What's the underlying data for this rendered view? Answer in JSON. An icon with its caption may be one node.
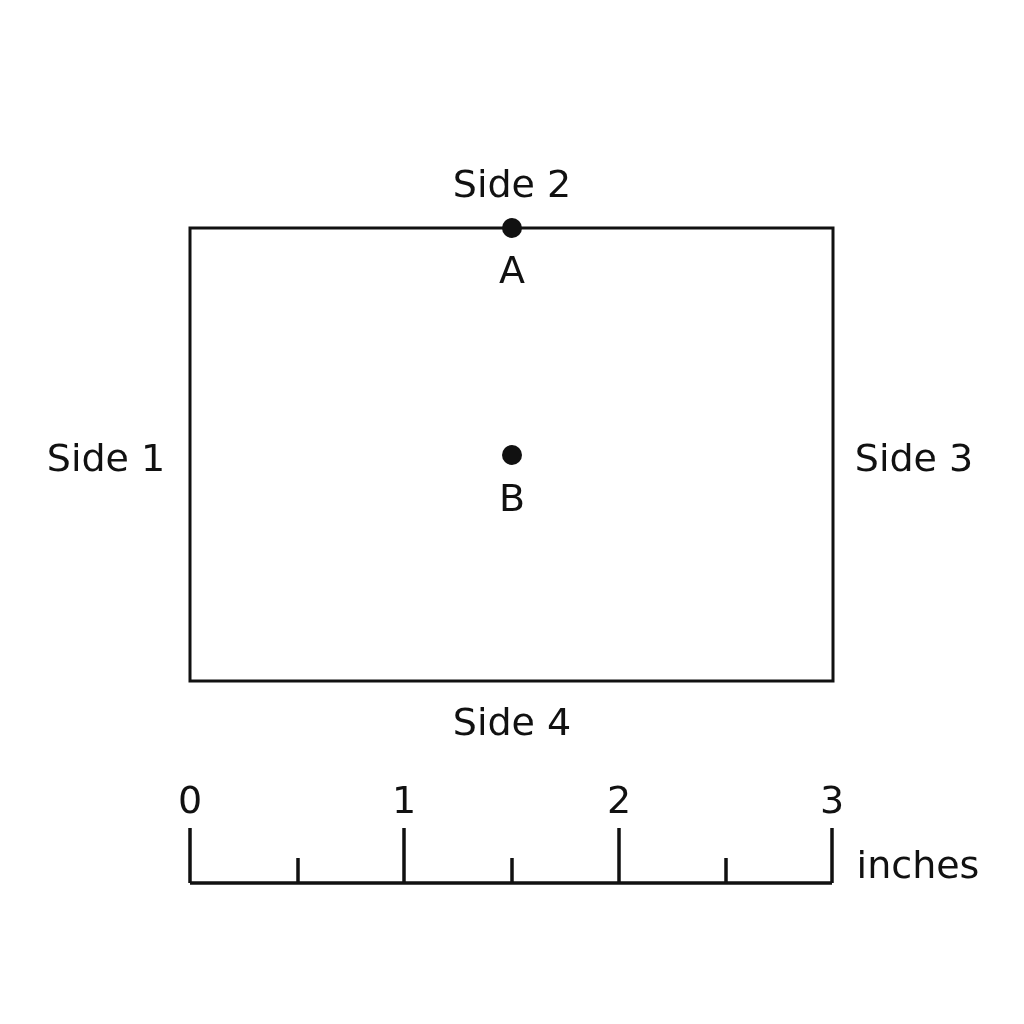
{
  "diagram": {
    "labels": [
      "Side 2",
      "A",
      "Side 1",
      "Side 3",
      "B",
      "Side 4",
      "0",
      "1",
      "2",
      "3",
      "inches"
    ]
  }
}
